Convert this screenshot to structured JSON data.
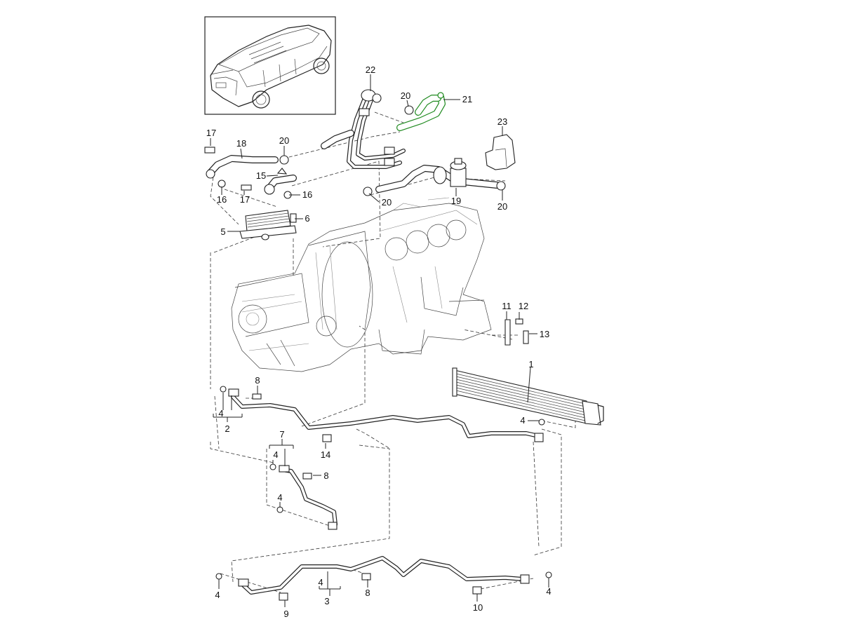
{
  "diagram": {
    "title": "Transmission / engine oil cooling exploded parts diagram",
    "highlight_color": "#1f8a1f",
    "line_color": "#222222",
    "highlighted_part": "21",
    "inset": {
      "subject": "vehicle-overview",
      "description": "SUV rear three-quarter view"
    },
    "callouts": [
      {
        "id": "c22",
        "text": "22"
      },
      {
        "id": "c20a",
        "text": "20"
      },
      {
        "id": "c21",
        "text": "21"
      },
      {
        "id": "c23",
        "text": "23"
      },
      {
        "id": "c17a",
        "text": "17"
      },
      {
        "id": "c18",
        "text": "18"
      },
      {
        "id": "c20b",
        "text": "20"
      },
      {
        "id": "c15",
        "text": "15"
      },
      {
        "id": "c16a",
        "text": "16"
      },
      {
        "id": "c17b",
        "text": "17"
      },
      {
        "id": "c16b",
        "text": "16"
      },
      {
        "id": "c20c",
        "text": "20"
      },
      {
        "id": "c19",
        "text": "19"
      },
      {
        "id": "c20d",
        "text": "20"
      },
      {
        "id": "c6",
        "text": "6"
      },
      {
        "id": "c5",
        "text": "5"
      },
      {
        "id": "c11",
        "text": "11"
      },
      {
        "id": "c12",
        "text": "12"
      },
      {
        "id": "c13",
        "text": "13"
      },
      {
        "id": "c1",
        "text": "1"
      },
      {
        "id": "c8a",
        "text": "8"
      },
      {
        "id": "c4a",
        "text": "4"
      },
      {
        "id": "c2",
        "text": "2"
      },
      {
        "id": "c4b",
        "text": "4"
      },
      {
        "id": "c7",
        "text": "7"
      },
      {
        "id": "c4c",
        "text": "4"
      },
      {
        "id": "c14",
        "text": "14"
      },
      {
        "id": "c8b",
        "text": "8"
      },
      {
        "id": "c4d",
        "text": "4"
      },
      {
        "id": "c4e",
        "text": "4"
      },
      {
        "id": "c4f",
        "text": "4"
      },
      {
        "id": "c3",
        "text": "3"
      },
      {
        "id": "c9",
        "text": "9"
      },
      {
        "id": "c8c",
        "text": "8"
      },
      {
        "id": "c10",
        "text": "10"
      },
      {
        "id": "c4g",
        "text": "4"
      }
    ]
  }
}
